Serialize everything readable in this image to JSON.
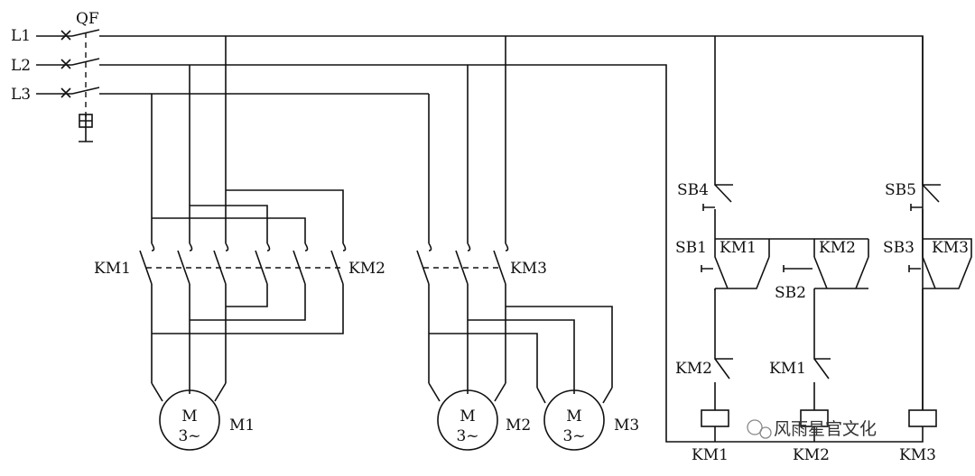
{
  "lines": [
    "L1",
    "L2",
    "L3"
  ],
  "breaker": "QF",
  "contactors": {
    "km1": "KM1",
    "km2": "KM2",
    "km3": "KM3"
  },
  "buttons": {
    "sb1": "SB1",
    "sb2": "SB2",
    "sb3": "SB3",
    "sb4": "SB4",
    "sb5": "SB5"
  },
  "motors": {
    "symbol": "M",
    "phase": "3~",
    "m1": "M1",
    "m2": "M2",
    "m3": "M3"
  },
  "watermark": "风雨星官文化"
}
